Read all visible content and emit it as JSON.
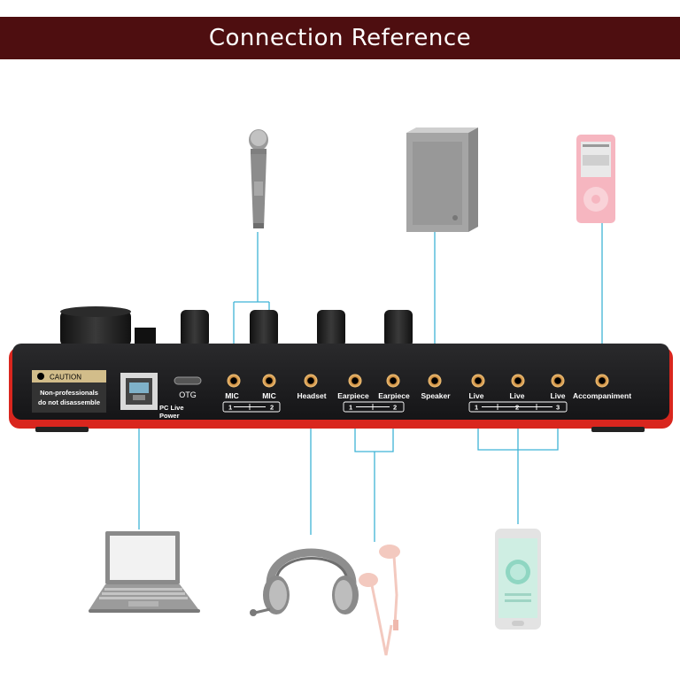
{
  "title": "Connection Reference",
  "device": {
    "caution_heading": "CAUTION",
    "caution_line1": "Non-professionals",
    "caution_line2": "do not disassemble",
    "otg_label": "OTG",
    "pc_label_1": "PC Live",
    "pc_label_2": "Power",
    "ports": {
      "mic1": "MIC",
      "mic2": "MIC",
      "headset": "Headset",
      "earpiece1": "Earpiece",
      "earpiece2": "Earpiece",
      "speaker": "Speaker",
      "live1": "Live",
      "live2": "Live",
      "live3": "Live",
      "accompaniment": "Accompaniment"
    },
    "groups": {
      "mic_1": "1",
      "mic_2": "2",
      "ear_1": "1",
      "ear_2": "2",
      "live_1": "1",
      "live_2": "2",
      "live_3": "3"
    }
  },
  "accessories": [
    "microphone-icon",
    "speaker-icon",
    "mp3-player-icon",
    "laptop-icon",
    "headphones-icon",
    "earphones-icon",
    "smartphone-icon"
  ],
  "colors": {
    "title_bg": "#4e0e10",
    "connector_line": "#3fb3d6",
    "port_ring": "#e2a75c",
    "device_body": "#1c1c1e",
    "device_accent": "#d9261e",
    "mp3_pink": "#f6b6c0"
  }
}
